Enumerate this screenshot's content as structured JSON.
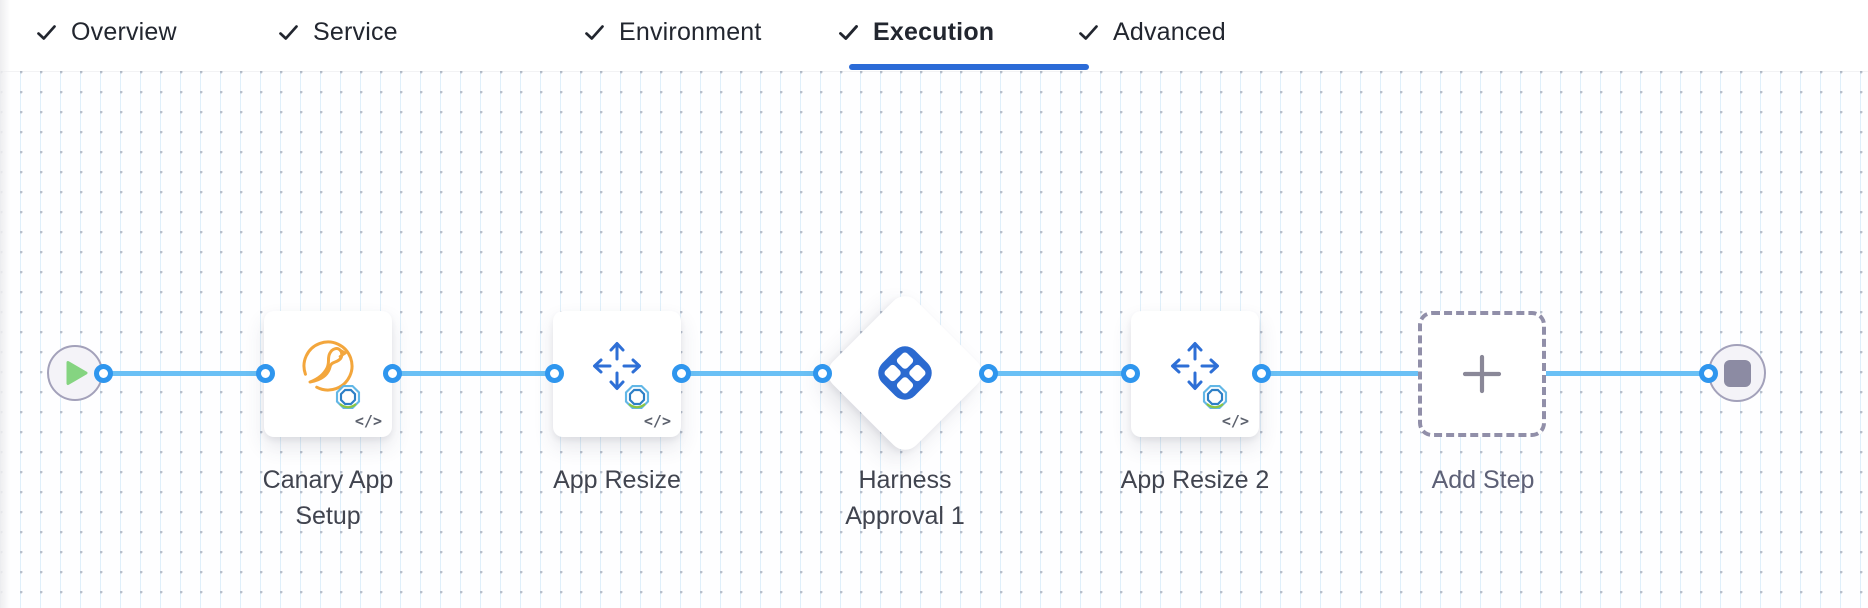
{
  "header": {
    "tabs": [
      {
        "label": "Overview",
        "checked": true,
        "active": false
      },
      {
        "label": "Service",
        "checked": true,
        "active": false
      },
      {
        "label": "Environment",
        "checked": true,
        "active": false
      },
      {
        "label": "Execution",
        "checked": true,
        "active": true
      },
      {
        "label": "Advanced",
        "checked": true,
        "active": false
      }
    ]
  },
  "canvas": {
    "nodes": [
      {
        "id": "canary-app-setup",
        "label": "Canary App Setup",
        "type": "step",
        "icon": "canary-icon",
        "badge": "</>"
      },
      {
        "id": "app-resize",
        "label": "App Resize",
        "type": "step",
        "icon": "resize-arrows-icon",
        "badge": "</>"
      },
      {
        "id": "harness-approval-1",
        "label": "Harness Approval 1",
        "type": "approval",
        "icon": "harness-logo-icon"
      },
      {
        "id": "app-resize-2",
        "label": "App Resize 2",
        "type": "step",
        "icon": "resize-arrows-icon",
        "badge": "</>"
      },
      {
        "id": "add-step",
        "label": "Add Step",
        "type": "add",
        "icon": "plus-icon"
      }
    ],
    "start_icon": "play-icon",
    "end_icon": "stop-icon"
  },
  "colors": {
    "active_tab_underline": "#2b6bd7",
    "connector_line": "#6ac0f5",
    "connector_port": "#2f96ee",
    "approval_logo_blue": "#2b6ad0",
    "step_arrow_blue": "#2e6fd6",
    "canary_orange": "#f3a63c",
    "play_green": "#85d481",
    "terminal_gray": "#8c8ba3"
  }
}
